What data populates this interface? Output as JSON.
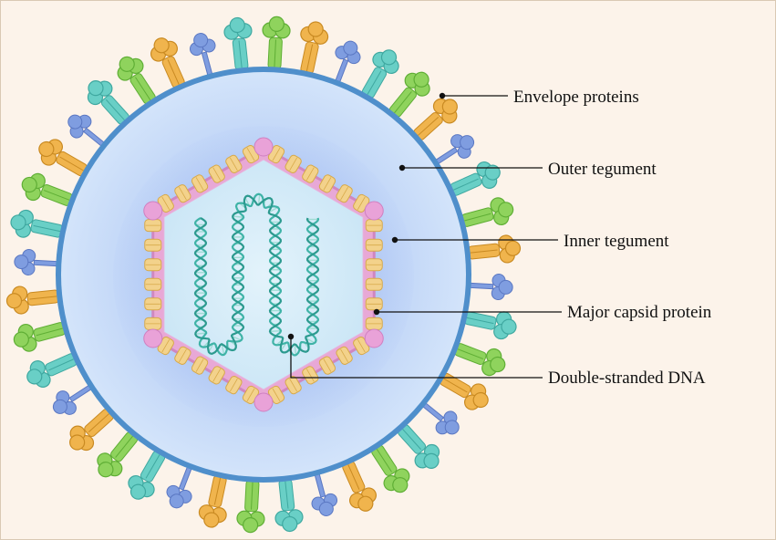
{
  "diagram": {
    "labels": {
      "envelope_proteins": "Envelope proteins",
      "outer_tegument": "Outer tegument",
      "inner_tegument": "Inner tegument",
      "major_capsid_protein": "Major capsid protein",
      "double_stranded_dna": "Double-stranded DNA"
    },
    "colors": {
      "background": "#fcf3ea",
      "envelope_membrane": "#6fa7da",
      "tegument": "#c4d9f7",
      "capsid_shell": "#e8a8d6",
      "capsomer": "#f3d28b",
      "dna": "#3fb3a7",
      "spike_green": "#8fd35d",
      "spike_teal": "#69cfc6",
      "spike_blue": "#7f9de0",
      "spike_orange": "#f0b44d"
    }
  }
}
